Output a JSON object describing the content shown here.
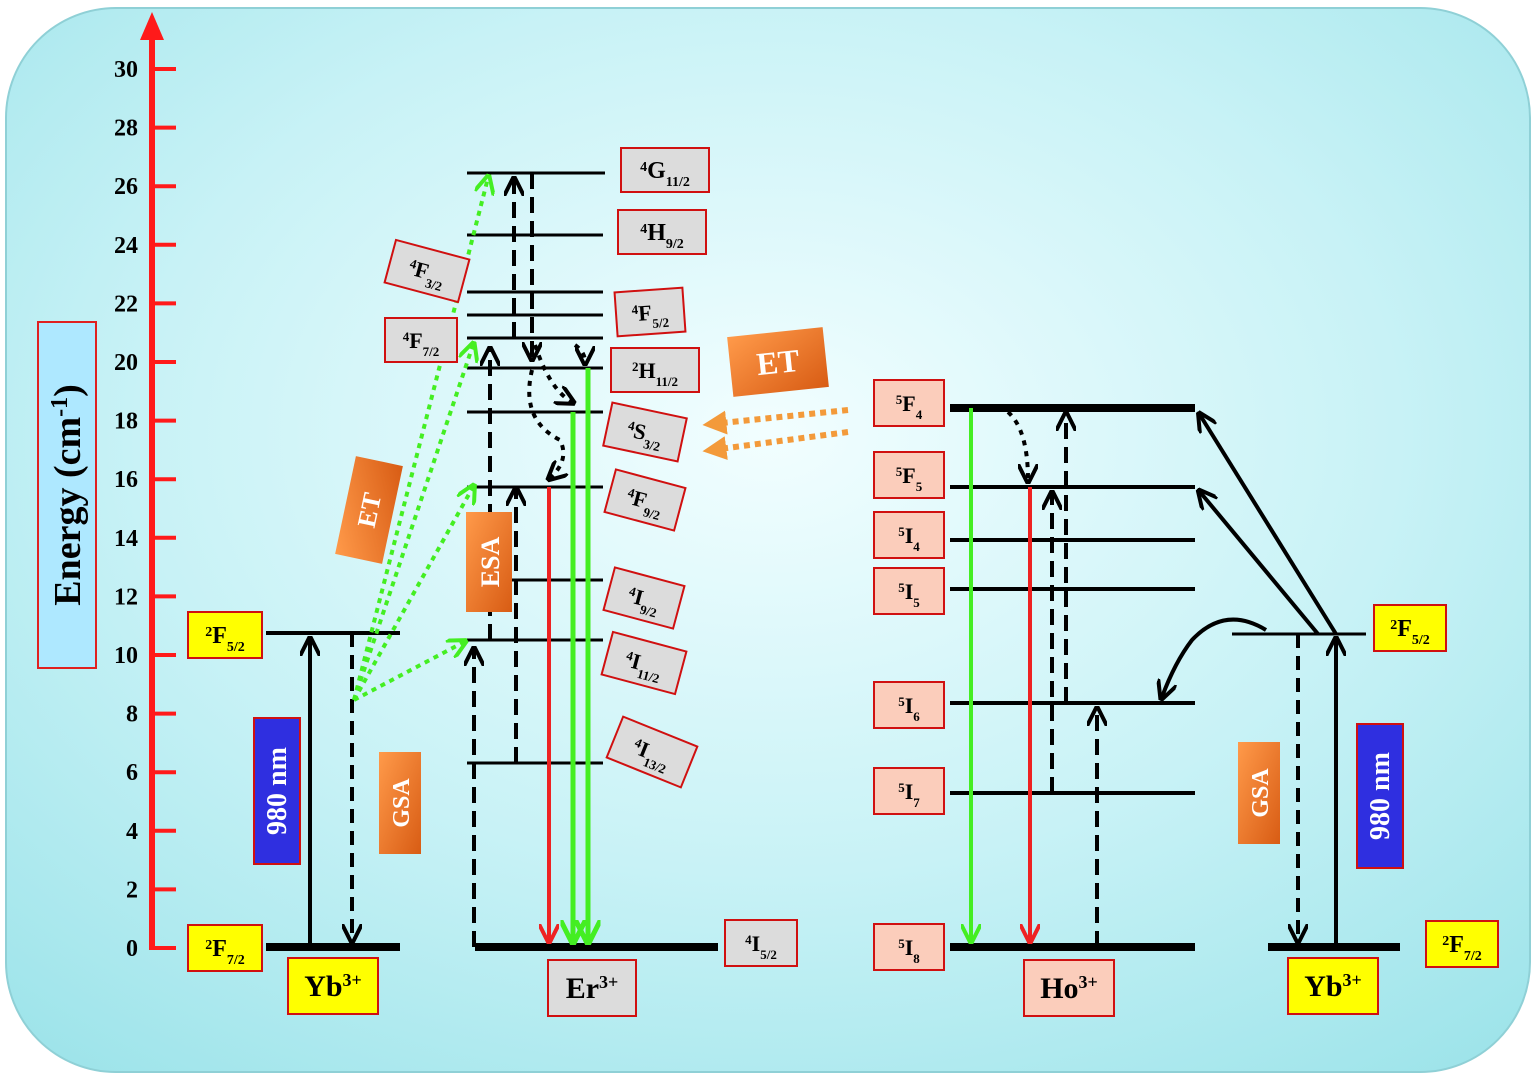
{
  "axis": {
    "label_main": "Energy (cm",
    "label_sup": "-1",
    "label_close": ")",
    "ticks": [
      "0",
      "2",
      "4",
      "6",
      "8",
      "10",
      "12",
      "14",
      "16",
      "18",
      "20",
      "22",
      "24",
      "26",
      "28",
      "30"
    ]
  },
  "ions": {
    "yb_left": {
      "name": "Yb",
      "charge": "3+"
    },
    "er": {
      "name": "Er",
      "charge": "3+"
    },
    "ho": {
      "name": "Ho",
      "charge": "3+"
    },
    "yb_right": {
      "name": "Yb",
      "charge": "3+"
    }
  },
  "yb_levels": {
    "upper": {
      "pre": "2",
      "main": "F",
      "sub": "5/2"
    },
    "lower": {
      "pre": "2",
      "main": "F",
      "sub": "7/2"
    }
  },
  "er_levels": {
    "g11": {
      "pre": "4",
      "main": "G",
      "sub": "11/2"
    },
    "h9": {
      "pre": "4",
      "main": "H",
      "sub": "9/2"
    },
    "f3": {
      "pre": "4",
      "main": "F",
      "sub": "3/2"
    },
    "f5": {
      "pre": "4",
      "main": "F",
      "sub": "5/2"
    },
    "f7": {
      "pre": "4",
      "main": "F",
      "sub": "7/2"
    },
    "h11": {
      "pre": "2",
      "main": "H",
      "sub": "11/2"
    },
    "s3": {
      "pre": "4",
      "main": "S",
      "sub": "3/2"
    },
    "f9": {
      "pre": "4",
      "main": "F",
      "sub": "9/2"
    },
    "i9": {
      "pre": "4",
      "main": "I",
      "sub": "9/2"
    },
    "i11": {
      "pre": "4",
      "main": "I",
      "sub": "11/2"
    },
    "i13": {
      "pre": "4",
      "main": "I",
      "sub": "13/2"
    },
    "i15": {
      "pre": "4",
      "main": "I",
      "sub": "5/2"
    }
  },
  "ho_levels": {
    "f4": {
      "pre": "5",
      "main": "F",
      "sub": "4"
    },
    "f5": {
      "pre": "5",
      "main": "F",
      "sub": "5"
    },
    "i4": {
      "pre": "5",
      "main": "I",
      "sub": "4"
    },
    "i5": {
      "pre": "5",
      "main": "I",
      "sub": "5"
    },
    "i6": {
      "pre": "5",
      "main": "I",
      "sub": "6"
    },
    "i7": {
      "pre": "5",
      "main": "I",
      "sub": "7"
    },
    "i8": {
      "pre": "5",
      "main": "I",
      "sub": "8"
    }
  },
  "process_labels": {
    "wavelength_left": "980 nm",
    "wavelength_right": "980 nm",
    "gsa_left": "GSA",
    "gsa_right": "GSA",
    "esa": "ESA",
    "et_left": "ET",
    "et_center": "ET"
  },
  "colors": {
    "background": "#c4f0f4",
    "axis": "#ff1a1a",
    "yellow_box": "#ffff00",
    "orange_box": "#f07a28",
    "blue_box": "#2f2fe0",
    "green_arrow": "#44ee22",
    "red_arrow": "#ee2222",
    "ho_label_bg": "#fbcdbb",
    "er_label_bg": "#dcdcdc"
  }
}
